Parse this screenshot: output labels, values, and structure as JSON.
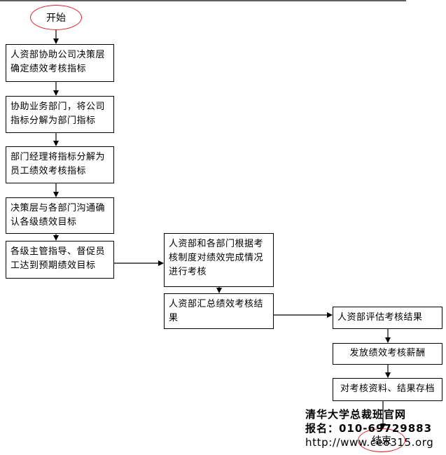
{
  "flow": {
    "start": "开始",
    "end": "结束",
    "steps": [
      "人资部协助公司决策层确定绩效考核指标",
      "协助业务部门，将公司指标分解为部门指标",
      "部门经理将指标分解为员工绩效考核指标",
      "决策层与各部门沟通确认各级绩效目标",
      "各级主管指导、督促员工达到预期绩效目标",
      "人资部和各部门根据考核制度对绩效完成情况进行考核",
      "人资部汇总绩效考核结果",
      "人资部评估考核结果",
      "发放绩效考核薪酬",
      "对考核资料、结果存档"
    ]
  },
  "watermark": {
    "line1": "清华大学总裁班官网",
    "line2": "报名：010-69729883",
    "line3": "http://www.ceo315.org"
  }
}
